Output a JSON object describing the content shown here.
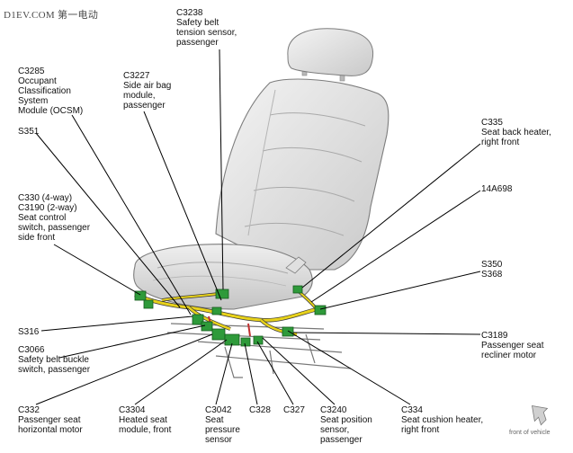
{
  "watermark": "D1EV.COM 第一电动",
  "front_of_vehicle": "front of vehicle",
  "arrow_icon": "front-of-vehicle-arrow-icon",
  "colors": {
    "harness": "#e8d21a",
    "connector": "#2e9a3a",
    "seat_fill": "#dcdcdc",
    "seat_stroke": "#8a8a8a",
    "leader": "#000000"
  },
  "labels": {
    "C3238": [
      "C3238",
      "Safety belt",
      "tension sensor,",
      "passenger"
    ],
    "C3285": [
      "C3285",
      "Occupant",
      "Classification",
      "System",
      "Module (OCSM)"
    ],
    "C3227": [
      "C3227",
      "Side air bag",
      "module,",
      "passenger"
    ],
    "C335": [
      "C335",
      "Seat back heater,",
      "right front"
    ],
    "S351": [
      "S351"
    ],
    "A14A698": [
      "14A698"
    ],
    "C330": [
      "C330  (4-way)",
      "C3190  (2-way)",
      "Seat control",
      "switch, passenger",
      "side front"
    ],
    "S350": [
      "S350",
      "S368"
    ],
    "S316": [
      "S316"
    ],
    "C3189": [
      "C3189",
      "Passenger seat",
      "recliner motor"
    ],
    "C3066": [
      "C3066",
      "Safety belt buckle",
      "switch, passenger"
    ],
    "C332": [
      "C332",
      "Passenger seat",
      "horizontal motor"
    ],
    "C3304": [
      "C3304",
      "Heated seat",
      "module, front"
    ],
    "C3042": [
      "C3042",
      "Seat",
      "pressure",
      "sensor"
    ],
    "C328": [
      "C328"
    ],
    "C327": [
      "C327"
    ],
    "C3240": [
      "C3240",
      "Seat position",
      "sensor,",
      "passenger"
    ],
    "C334": [
      "C334",
      "Seat cushion heater,",
      "right front"
    ]
  }
}
